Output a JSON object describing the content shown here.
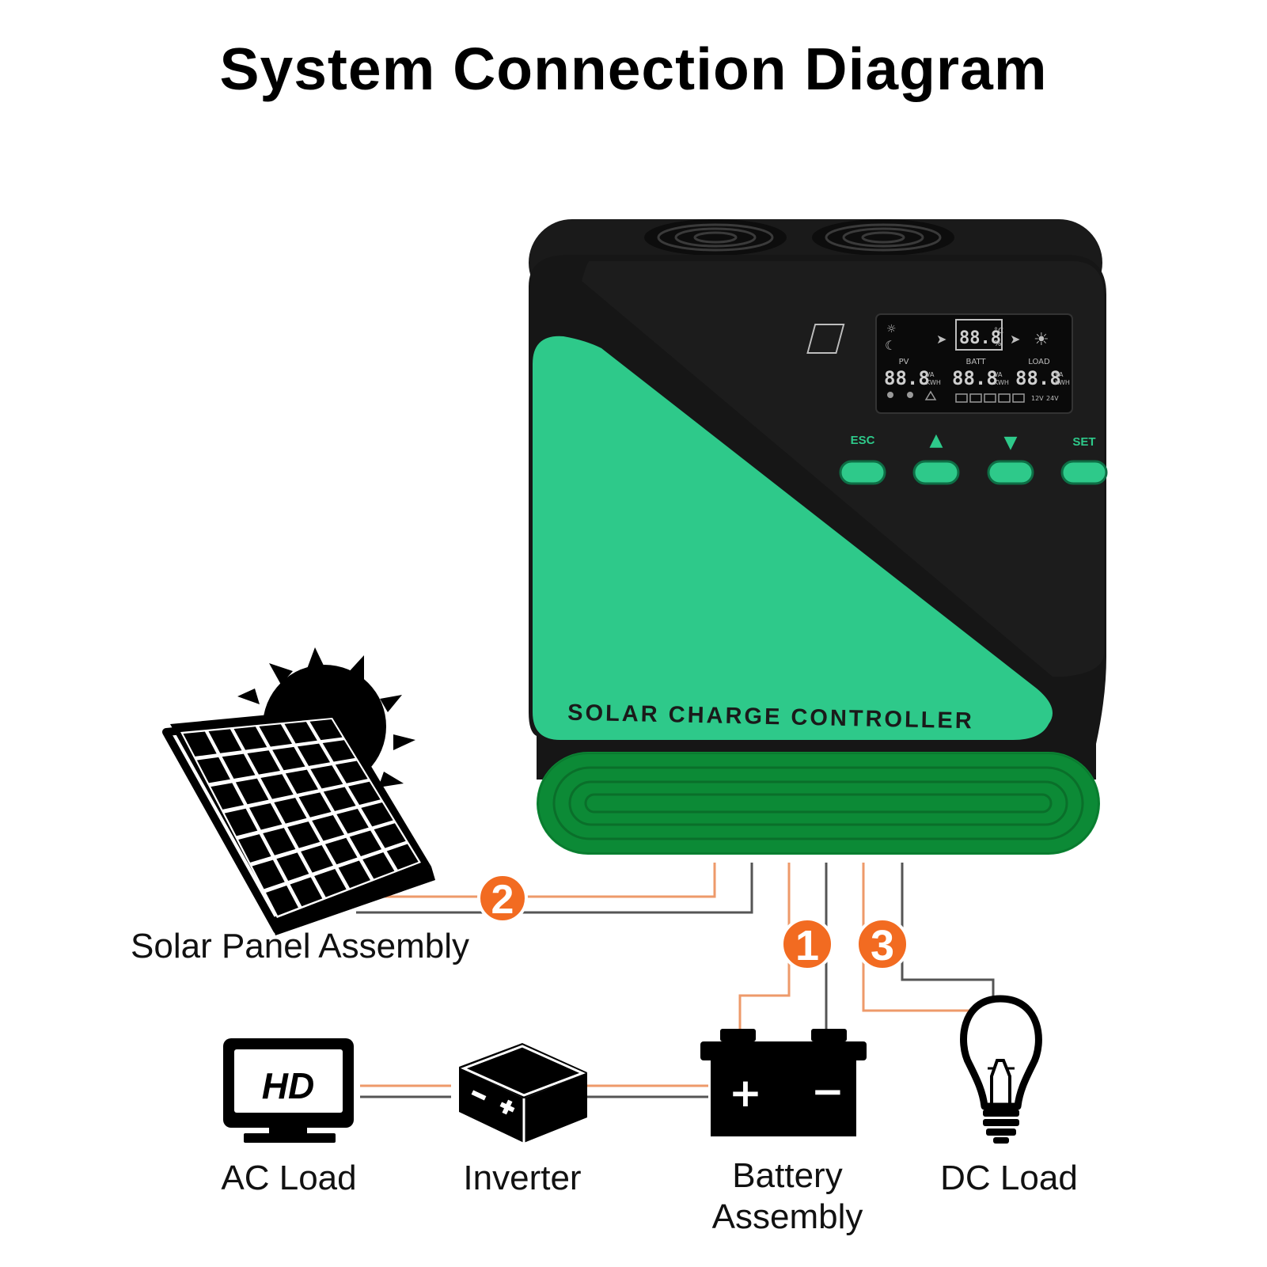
{
  "title": "System Connection Diagram",
  "controller": {
    "label": "SOLAR CHARGE CONTROLLER",
    "buttons": [
      "ESC",
      "▲",
      "▼",
      "SET"
    ],
    "display": {
      "sections": [
        "PV",
        "BATT",
        "LOAD"
      ],
      "readings": [
        "88.8",
        "88.8",
        "88.8"
      ],
      "top_reading": "88.8",
      "units": [
        "VA",
        "KWH"
      ],
      "top_units": [
        "°C",
        "%"
      ],
      "voltage_labels": [
        "12V",
        "24V"
      ]
    }
  },
  "labels": {
    "solar": "Solar Panel Assembly",
    "ac_load": "AC Load",
    "inverter": "Inverter",
    "battery": "Battery Assembly",
    "dc_load": "DC Load"
  },
  "steps": [
    "1",
    "2",
    "3"
  ],
  "icons": {
    "monitor_text": "HD",
    "battery_plus": "+",
    "battery_minus": "−"
  },
  "colors": {
    "green": "#2ec98a",
    "dark_green": "#0c8a36",
    "wire_orange": "#ee9a6a",
    "wire_gray": "#555555",
    "badge_orange": "#f26b21",
    "body_black": "#151515"
  }
}
